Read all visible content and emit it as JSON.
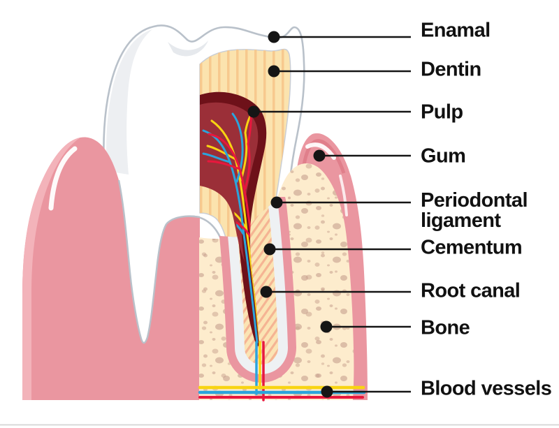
{
  "figure": {
    "subject": "Tooth anatomy cross-section diagram",
    "labels": [
      {
        "id": "enamel",
        "label": "Enamal"
      },
      {
        "id": "dentin",
        "label": "Dentin"
      },
      {
        "id": "pulp",
        "label": "Pulp"
      },
      {
        "id": "gum",
        "label": "Gum"
      },
      {
        "id": "periodontal-ligament",
        "label": "Periodontal ligament"
      },
      {
        "id": "cementum",
        "label": "Cementum"
      },
      {
        "id": "root-canal",
        "label": "Root canal"
      },
      {
        "id": "bone",
        "label": "Bone"
      },
      {
        "id": "blood-vessels",
        "label": "Blood vessels"
      }
    ],
    "colors": {
      "gum_pink": "#ea96a0",
      "gum_light_pink": "#f3b3ba",
      "gum_dark_pink": "#e07f8b",
      "dentin_cream": "#fbe3ae",
      "dentin_stripe": "#f6c78c",
      "pulp_dark_red": "#6e1119",
      "pulp_light_red": "#9b2f38",
      "bone_cream": "#fdeccd",
      "bone_speckle": "#c7a08d",
      "ligament_gray": "#eef1f3",
      "cementum_hatch": "#f2a488",
      "vessel_yellow": "#f8d412",
      "vessel_blue": "#2ba4dc",
      "vessel_red": "#e8173d",
      "tooth_outline_gray": "#b9c1ca",
      "callout_black": "#151515"
    }
  }
}
